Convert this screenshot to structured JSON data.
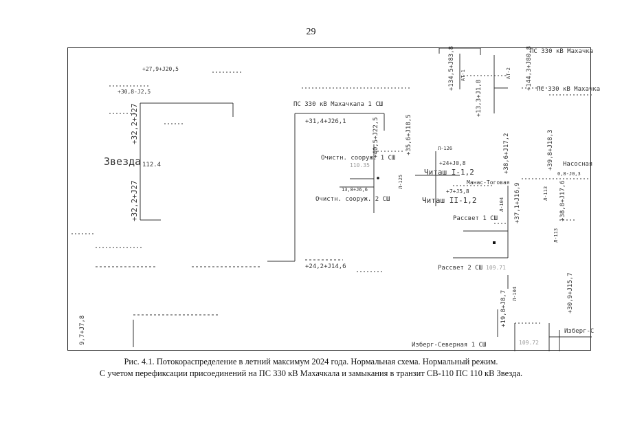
{
  "page": {
    "number": "29"
  },
  "caption": {
    "line1": "Рис. 4.1. Потокораспределение в летний максимум 2024 года. Нормальная схема. Нормальный режим.",
    "line2": "С учетом перефиксации присоединений на ПС 330 кВ Махачкала и замыкания в транзит СВ-110 ПС 110 кВ Звезда."
  },
  "diagram": {
    "labels": {
      "zvezda": "Звезда",
      "zvezda_v": "112.4",
      "zvezda_flow_top": "+32,2+J27",
      "zvezda_flow_bottom": "+32,2+J27",
      "flow_top_left": "+27,9+J20,5",
      "flow_left": "+30,8-J2,5",
      "flow_bottom_left": "9,7+J7,8",
      "ps330_1sh": "ПС 330 кВ Махачкала 1 СШ",
      "flow_ps330": "+31,4+J26,1",
      "flow_24": "+24,2+J14,6",
      "ochist1": "Очистн. сооруж. 1 СШ",
      "ochist1_v": "110.35",
      "ochist2": "Очистн. сооруж. 2 СШ",
      "ochist2_flow": "13,8+J6,6",
      "flow_405": "+40,5+J22,5",
      "flow_356": "+35,6+J18,5",
      "chitash1": "Читаш I-1,2",
      "chitash1_flow": "+24+J0,8",
      "chitash2": "Читаш II-1,2",
      "chitash2_flow": "+7+J5,8",
      "manas": "Манас-Тоговая",
      "l126": "Л-126",
      "l125": "Л-125",
      "l104a": "Л-104",
      "l104b": "Л-104",
      "l113a": "Л-113",
      "l113b": "Л-113",
      "flow_1345": "+134,5+J83,8",
      "flow_133": "+13,3+J1,8",
      "at1": "АТ-1",
      "at2": "АТ-2",
      "flow_1443": "+144,3+J80,8",
      "ps330_top": "ПС 330 кВ Махачка",
      "ps330_right": "ПС 330 кВ Махачка",
      "flow_386": "+38,6+J17,2",
      "flow_371": "+37,1+J16,9",
      "flow_398": "+39,8+J18,3",
      "flow_388": "+38,8+J17,6",
      "nasosnaya": "Насосная",
      "nasosnaya_flow": "0,8-J0,3",
      "rassvet1": "Рассвет 1 СШ",
      "rassvet2": "Рассвет 2 СШ",
      "rassvet2_v": "109.71",
      "flow_309": "+30,9+J15,7",
      "flow_198": "+19,8+J8,7",
      "izberg_sev": "Изберг-Северная 1 СШ",
      "izberg_s": "Изберг-С",
      "izberg_sev_v": "109.72"
    }
  }
}
